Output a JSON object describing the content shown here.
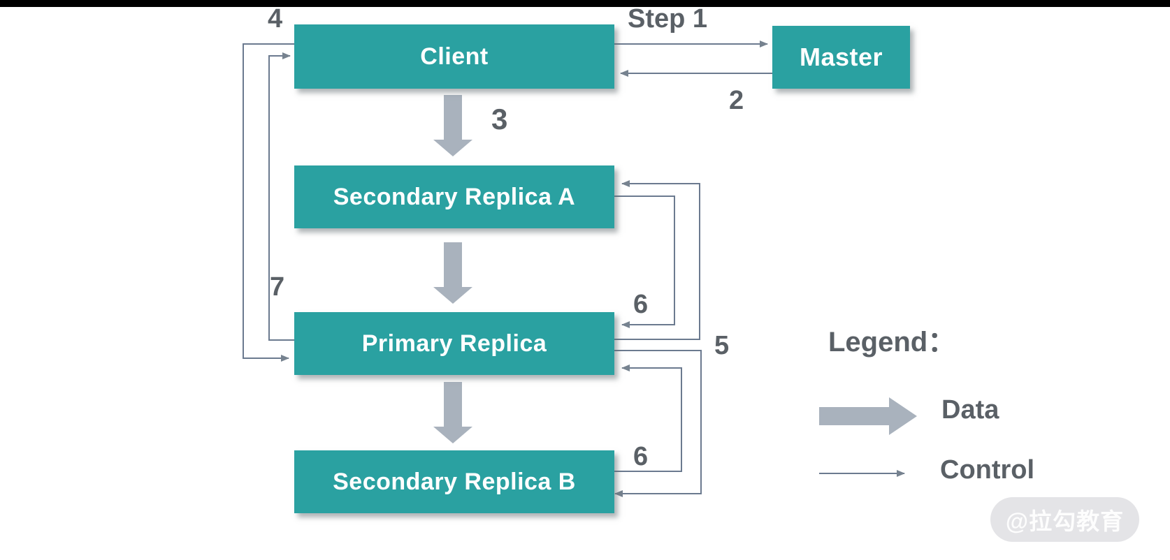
{
  "diagram": {
    "nodes": {
      "client": {
        "label": "Client"
      },
      "master": {
        "label": "Master"
      },
      "secondary_a": {
        "label": "Secondary Replica A"
      },
      "primary": {
        "label": "Primary Replica"
      },
      "secondary_b": {
        "label": "Secondary Replica B"
      }
    },
    "flow_labels": {
      "step1": "Step 1",
      "step2": "2",
      "step3": "3",
      "step4": "4",
      "step5": "5",
      "step6_upper": "6",
      "step6_lower": "6",
      "step7": "7"
    },
    "legend": {
      "title": "Legend：",
      "items": [
        {
          "label": "Data",
          "style": "thick-arrow"
        },
        {
          "label": "Control",
          "style": "thin-arrow"
        }
      ]
    },
    "watermark": "@拉勾教育",
    "colors": {
      "node_fill": "#2aa1a1",
      "node_text": "#ffffff",
      "control_line": "#6b7a8f",
      "data_arrow": "#a9b2bd",
      "label_text": "#5a6066",
      "watermark_bg": "#e4e4e7",
      "watermark_text": "#fdfdfd",
      "letterbox": "#000000"
    }
  }
}
